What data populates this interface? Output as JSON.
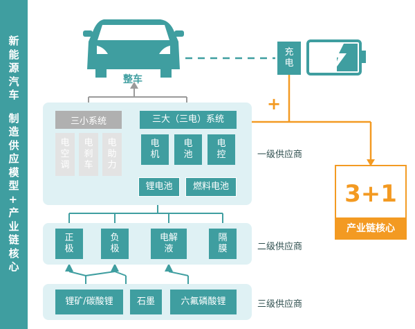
{
  "sidebar": {
    "line1": [
      "新",
      "能",
      "源",
      "汽",
      "车"
    ],
    "line2": [
      "制",
      "造",
      "供",
      "应",
      "模",
      "型",
      "+",
      "产",
      "业",
      "链",
      "核",
      "心"
    ]
  },
  "top": {
    "car_label": "整车",
    "charge_line1": "充",
    "charge_line2": "电",
    "plus": "+"
  },
  "tier1": {
    "label": "一级供应商",
    "small_system": "三小系统",
    "big_system": "三大（三电）系统",
    "small_items": [
      [
        "电",
        "空",
        "调"
      ],
      [
        "电",
        "刹",
        "车"
      ],
      [
        "电",
        "助",
        "力"
      ]
    ],
    "big_items": [
      [
        "电",
        "机"
      ],
      [
        "电",
        "池"
      ],
      [
        "电",
        "控"
      ]
    ],
    "battery_items": [
      "锂电池",
      "燃料电池"
    ]
  },
  "tier2": {
    "label": "二级供应商",
    "items": [
      [
        "正",
        "极"
      ],
      [
        "负",
        "极"
      ],
      [
        "电解",
        "液"
      ],
      [
        "隔",
        "膜"
      ]
    ]
  },
  "tier3": {
    "label": "三级供应商",
    "items": [
      "锂矿/碳酸锂",
      "石墨",
      "六氟磷酸锂"
    ]
  },
  "core": {
    "value": "3+1",
    "caption": "产业链核心"
  },
  "colors": {
    "teal": "#3f9ea0",
    "light_panel": "#dff1f4",
    "orange": "#f39a22",
    "gray": "#b0b0b0"
  }
}
